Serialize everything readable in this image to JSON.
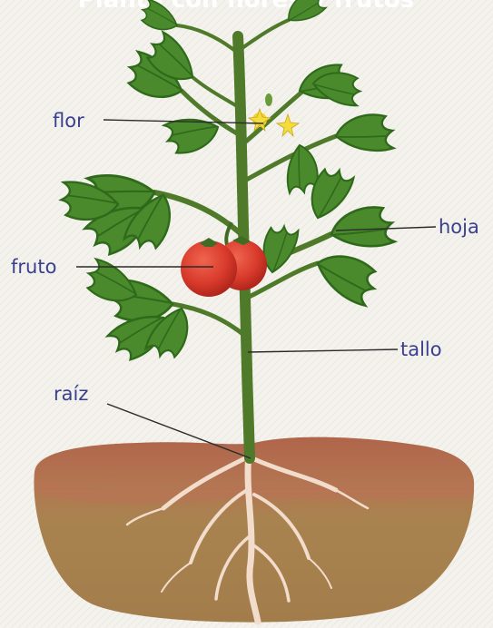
{
  "title": "Planta con flores y frutos",
  "labels": {
    "flor": "flor",
    "hoja": "hoja",
    "fruto": "fruto",
    "tallo": "tallo",
    "raiz": "raíz"
  },
  "colors": {
    "background": "#f3f1ec",
    "label_text": "#3a3f8f",
    "leaf": "#4a8a2c",
    "leaf_dark": "#2f6a1b",
    "stem": "#4f7a2a",
    "tomato": "#d8382a",
    "flower": "#f2d230",
    "soil_top": "#b06a4a",
    "soil_bottom": "#a8824f",
    "root": "#f0d9c8"
  },
  "icons": {
    "plant": "tomato-plant-illustration",
    "soil": "soil-mound",
    "roots": "root-system"
  }
}
